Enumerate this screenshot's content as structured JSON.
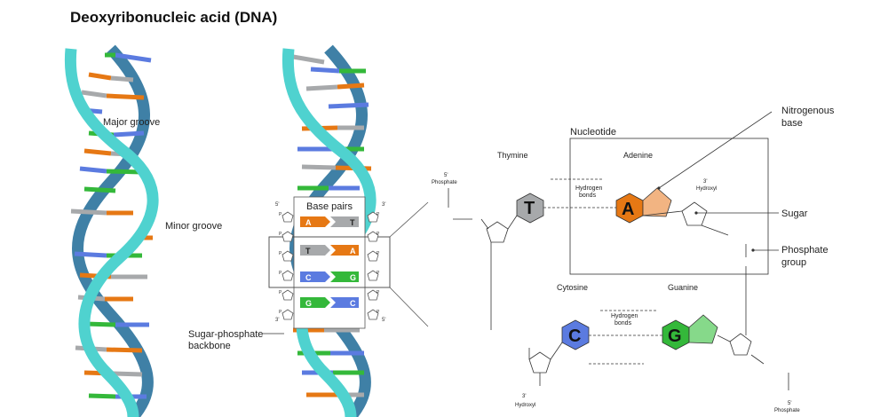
{
  "title": "Deoxyribonucleic acid (DNA)",
  "left_helix": {
    "major_groove": "Major groove",
    "minor_groove": "Minor groove"
  },
  "middle_helix": {
    "base_pairs_label": "Base pairs",
    "backbone_label": "Sugar-phosphate backbone",
    "backbone_line1": "Sugar-phosphate",
    "backbone_line2": "backbone",
    "five_prime": "5'",
    "three_prime": "3'",
    "p": "P",
    "pairs": [
      {
        "left": "A",
        "right": "T"
      },
      {
        "left": "T",
        "right": "A"
      },
      {
        "left": "C",
        "right": "G"
      },
      {
        "left": "G",
        "right": "C"
      }
    ]
  },
  "chemistry": {
    "nucleotide": "Nucleotide",
    "thymine": "Thymine",
    "adenine": "Adenine",
    "cytosine": "Cytosine",
    "guanine": "Guanine",
    "hydrogen_bonds_1": "Hydrogen",
    "hydrogen_bonds_2": "bonds",
    "phosphate": "Phosphate",
    "five_prime_phosphate": "5'",
    "three_prime_hydroxyl_1": "3'",
    "three_prime_hydroxyl_2": "Hydroxyl",
    "letters": {
      "T": "T",
      "A": "A",
      "C": "C",
      "G": "G"
    }
  },
  "callouts": {
    "nitrogenous_base_1": "Nitrogenous",
    "nitrogenous_base_2": "base",
    "sugar": "Sugar",
    "phosphate_group_1": "Phosphate",
    "phosphate_group_2": "group"
  },
  "colors": {
    "backbone_teal": "#4fd2cf",
    "backbone_blue": "#3f80a6",
    "adenine": "#e67814",
    "adenine_light": "#f2b482",
    "thymine": "#a7a9ab",
    "cytosine": "#5b7be0",
    "guanine": "#34b83a",
    "guanine_light": "#86d98a"
  }
}
